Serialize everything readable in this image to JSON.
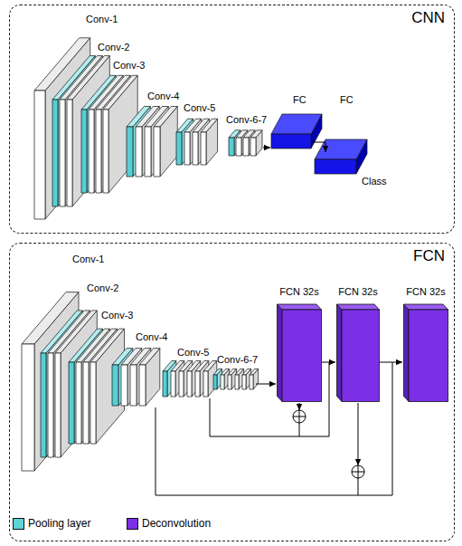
{
  "diagram": {
    "nodes": [
      {
        "text": [
          "CNN"
        ]
      },
      {
        "text": [
          "FCN"
        ]
      },
      {
        "text": [
          "FCN 32s"
        ],
        "in": 1
      },
      {
        "text": [
          "FCN 32s"
        ],
        "in": 1
      },
      {
        "text": [
          "FCN 32s"
        ],
        "in": 1
      }
    ],
    "edges": [
      {
        "from": 2,
        "to": 3,
        "arrow": "to"
      },
      {
        "from": 3,
        "to": 4,
        "arrow": "to"
      }
    ],
    "labels": [
      "Conv-1",
      "Conv-2",
      "Conv-3",
      "Conv-4",
      "Conv-5",
      "Conv-6-7",
      "FC",
      "FC",
      "Class",
      "Conv-1",
      "Conv-2",
      "Conv-3",
      "Conv-4",
      "Conv-5",
      "Conv-6-7"
    ],
    "legend": [
      {
        "text": "Pooling layer",
        "color": "#5fd3d6"
      },
      {
        "text": "Deconvolution",
        "color": "#7b30e6"
      }
    ]
  }
}
